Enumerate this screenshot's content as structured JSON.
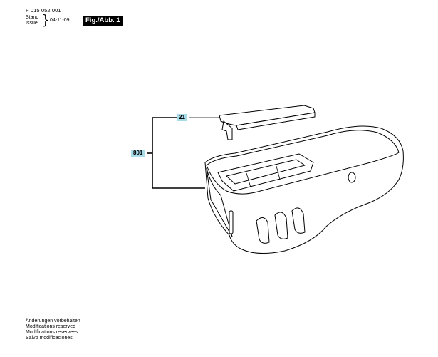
{
  "header": {
    "doc_number": "F 015 052 001",
    "stand_label": "Stand",
    "issue_label": "Issue",
    "date": "04-11-09",
    "figure_label": "Fig./Abb. 1"
  },
  "callouts": {
    "part_21": "21",
    "part_801": "801"
  },
  "footer": {
    "lines": [
      "Änderungen vorbehalten",
      "Modifications reserved",
      "Modifications reservees",
      "Salvo modificaciones"
    ]
  }
}
